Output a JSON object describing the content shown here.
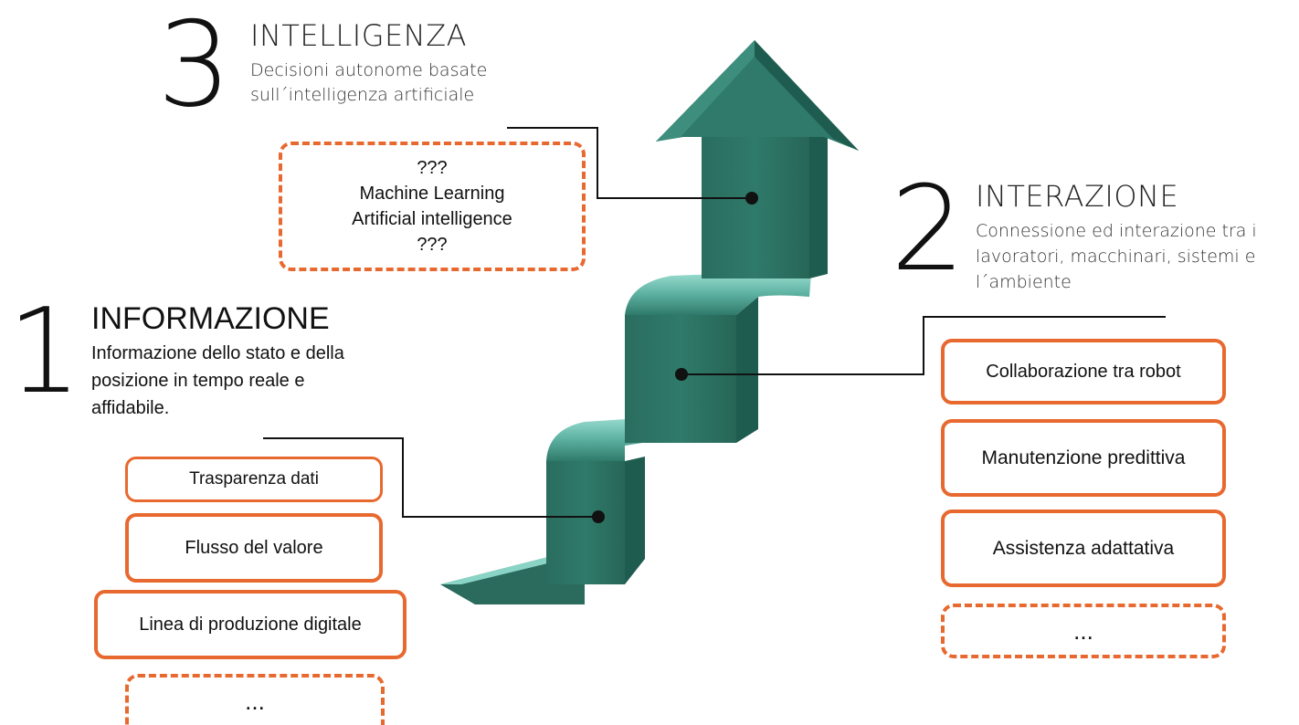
{
  "stage1": {
    "number": "1",
    "title": "INFORMAZIONE",
    "desc_lines": [
      "Informazione dello stato e della",
      "posizione in tempo reale e",
      "affidabile."
    ],
    "items": [
      "Trasparenza dati",
      "Flusso del valore",
      "Linea di produzione  digitale",
      "..."
    ]
  },
  "stage2": {
    "number": "2",
    "title": "INTERAZIONE",
    "desc_lines": [
      "Connessione ed interazione tra i",
      "lavoratori, macchinari, sistemi e",
      "l´ambiente"
    ],
    "items": [
      "Collaborazione tra  robot",
      "Manutenzione  predittiva",
      "Assistenza  adattativa",
      "..."
    ]
  },
  "stage3": {
    "number": "3",
    "title": "INTELLIGENZA",
    "desc_lines": [
      "Decisioni autonome basate",
      "sull´intelligenza artificiale"
    ],
    "box_lines": [
      "???",
      "Machine Learning",
      "Artificial intelligence",
      "???"
    ]
  },
  "colors": {
    "accent": "#e8692f",
    "arrow_face": "#2f7a6a",
    "arrow_dark": "#1f5c50",
    "arrow_light": "#6fc2b3"
  }
}
